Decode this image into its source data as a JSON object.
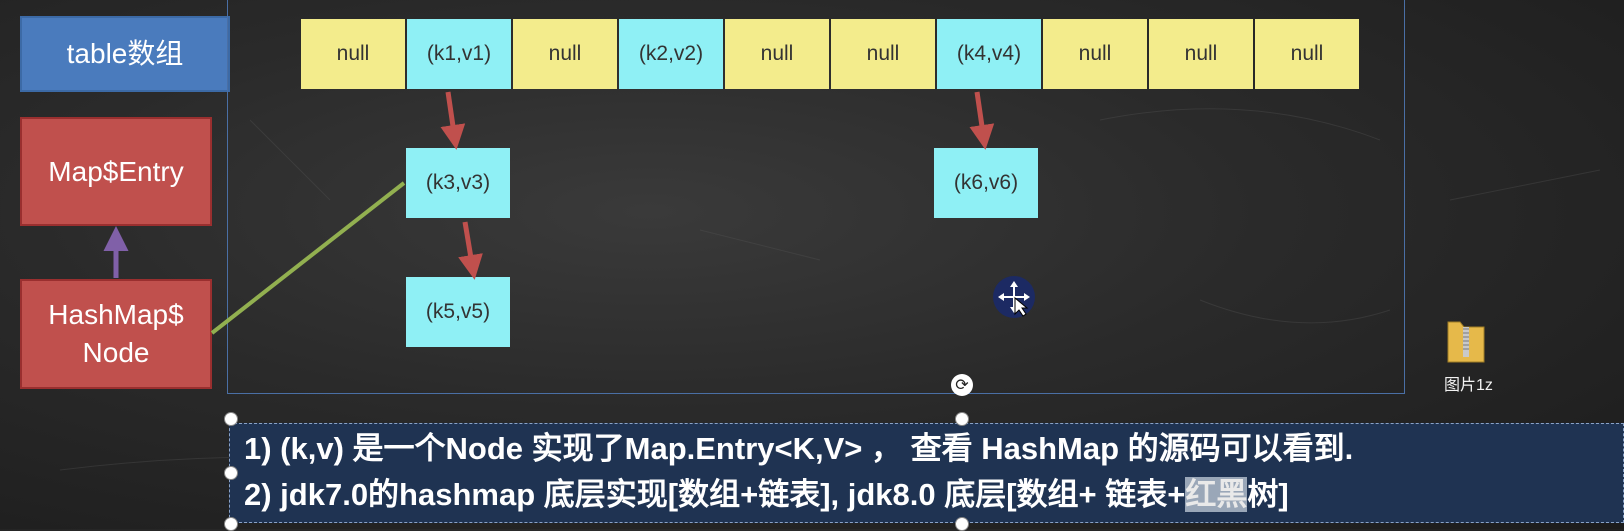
{
  "left_labels": {
    "table": "table数组",
    "map_entry": "Map$Entry",
    "hashmap_node": "HashMap$\nNode"
  },
  "table_cells": [
    {
      "text": "null",
      "kind": "null"
    },
    {
      "text": "(k1,v1)",
      "kind": "kv"
    },
    {
      "text": "null",
      "kind": "null"
    },
    {
      "text": "(k2,v2)",
      "kind": "kv"
    },
    {
      "text": "null",
      "kind": "null"
    },
    {
      "text": "null",
      "kind": "null"
    },
    {
      "text": "(k4,v4)",
      "kind": "kv"
    },
    {
      "text": "null",
      "kind": "null"
    },
    {
      "text": "null",
      "kind": "null"
    },
    {
      "text": "null",
      "kind": "null"
    }
  ],
  "chain_nodes": {
    "k3": "(k3,v3)",
    "k5": "(k5,v5)",
    "k6": "(k6,v6)"
  },
  "caption": {
    "line1": "1) (k,v) 是一个Node 实现了Map.Entry<K,V> ，  查看 HashMap 的源码可以看到.",
    "line2_before": "2) jdk7.0的hashmap 底层实现[数组+链表], jdk8.0 底层[数组+ 链表+",
    "line2_highlight": "红黑",
    "line2_after": "树]"
  },
  "desktop_file": {
    "label": "图片1z"
  },
  "colors": {
    "null_cell": "#f3ec8c",
    "kv_cell": "#8ff0f5",
    "red_box": "#c0504d",
    "blue_box": "#4a7bbd",
    "arrow_red": "#c0504d",
    "arrow_purple": "#8060a8",
    "connector_green": "#92b050"
  }
}
